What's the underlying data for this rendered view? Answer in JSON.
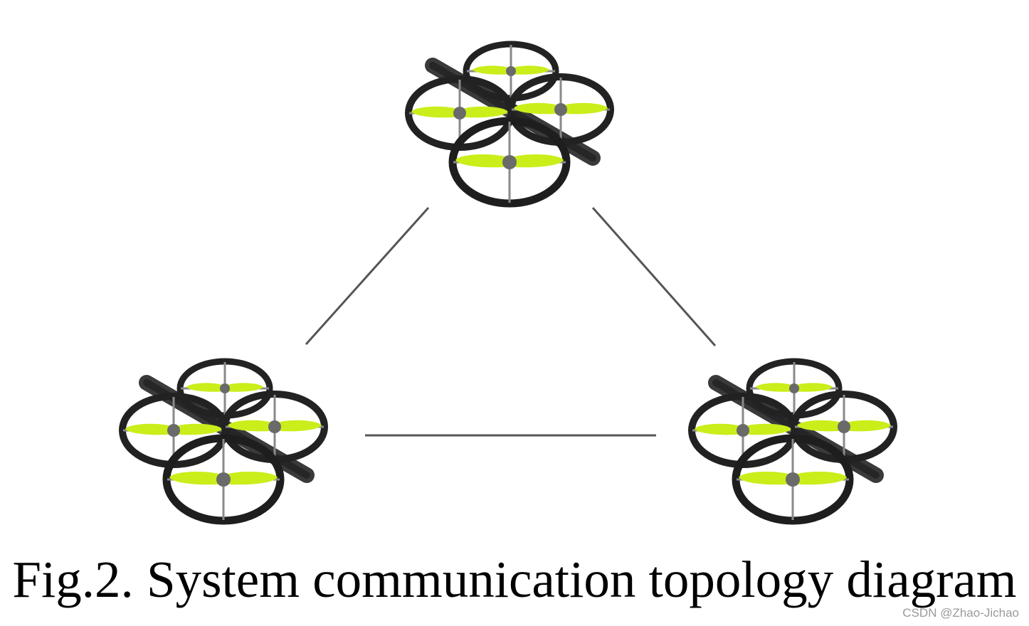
{
  "caption": "Fig.2. System communication topology diagram",
  "watermark": "CSDN @Zhao-Jichao",
  "nodes": [
    {
      "id": "top",
      "icon": "quadcopter-drone-icon"
    },
    {
      "id": "bottom-left",
      "icon": "quadcopter-drone-icon"
    },
    {
      "id": "bottom-right",
      "icon": "quadcopter-drone-icon"
    }
  ],
  "edges": [
    {
      "from": "top",
      "to": "bottom-left"
    },
    {
      "from": "top",
      "to": "bottom-right"
    },
    {
      "from": "bottom-left",
      "to": "bottom-right"
    }
  ],
  "colors": {
    "frame": "#2f2f2f",
    "duct": "#1e1e1e",
    "propeller": "#c9ee1a",
    "hub": "#6a6a6a",
    "link": "#555555"
  }
}
